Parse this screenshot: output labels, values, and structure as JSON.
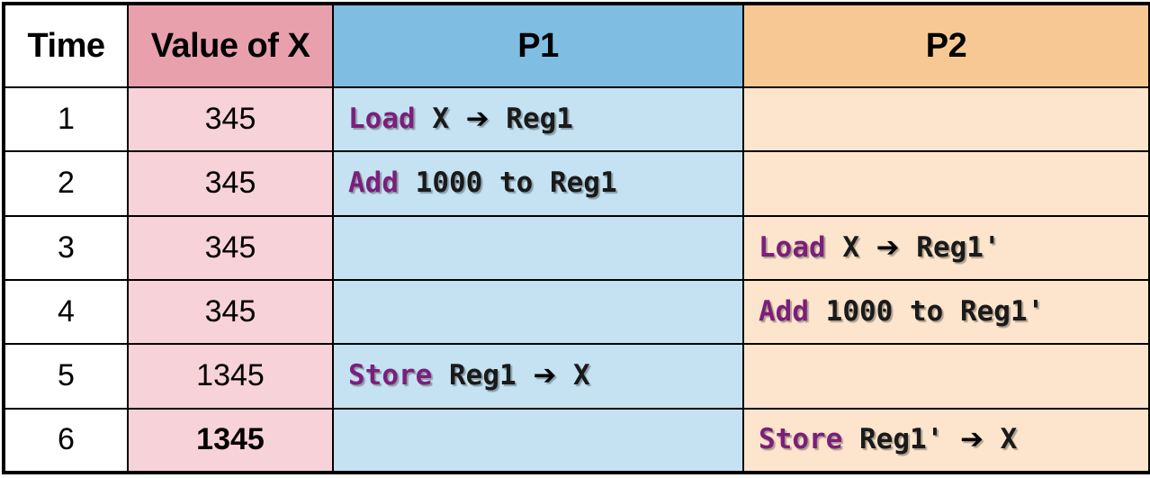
{
  "table": {
    "headers": {
      "time": "Time",
      "value": "Value of X",
      "p1": "P1",
      "p2": "P2"
    },
    "colors": {
      "header_time_bg": "#ffffff",
      "header_value_bg": "#e8a0ac",
      "header_p1_bg": "#7fbde2",
      "header_p2_bg": "#f8c894",
      "cell_time_bg": "#ffffff",
      "cell_value_bg": "#f7d2d9",
      "cell_p1_bg": "#c5e2f2",
      "cell_p2_bg": "#fce5cc",
      "keyword": "#7b1f7a",
      "border": "#000000",
      "text": "#000000"
    },
    "arrow_glyph": "➔",
    "rows": [
      {
        "time": "1",
        "value": "345",
        "value_bold": false,
        "p1": {
          "keyword": "Load",
          "rest_before_arrow": " X ",
          "has_arrow": true,
          "rest_after_arrow": " Reg1"
        },
        "p2": {
          "keyword": "",
          "rest_before_arrow": "",
          "has_arrow": false,
          "rest_after_arrow": ""
        }
      },
      {
        "time": "2",
        "value": "345",
        "value_bold": false,
        "p1": {
          "keyword": "Add",
          "rest_before_arrow": " 1000 to Reg1",
          "has_arrow": false,
          "rest_after_arrow": ""
        },
        "p2": {
          "keyword": "",
          "rest_before_arrow": "",
          "has_arrow": false,
          "rest_after_arrow": ""
        }
      },
      {
        "time": "3",
        "value": "345",
        "value_bold": false,
        "p1": {
          "keyword": "",
          "rest_before_arrow": "",
          "has_arrow": false,
          "rest_after_arrow": ""
        },
        "p2": {
          "keyword": "Load",
          "rest_before_arrow": " X ",
          "has_arrow": true,
          "rest_after_arrow": " Reg1'"
        }
      },
      {
        "time": "4",
        "value": "345",
        "value_bold": false,
        "p1": {
          "keyword": "",
          "rest_before_arrow": "",
          "has_arrow": false,
          "rest_after_arrow": ""
        },
        "p2": {
          "keyword": "Add",
          "rest_before_arrow": " 1000 to Reg1'",
          "has_arrow": false,
          "rest_after_arrow": ""
        }
      },
      {
        "time": "5",
        "value": "1345",
        "value_bold": false,
        "p1": {
          "keyword": "Store",
          "rest_before_arrow": " Reg1 ",
          "has_arrow": true,
          "rest_after_arrow": " X"
        },
        "p2": {
          "keyword": "",
          "rest_before_arrow": "",
          "has_arrow": false,
          "rest_after_arrow": ""
        }
      },
      {
        "time": "6",
        "value": "1345",
        "value_bold": true,
        "p1": {
          "keyword": "",
          "rest_before_arrow": "",
          "has_arrow": false,
          "rest_after_arrow": ""
        },
        "p2": {
          "keyword": "Store",
          "rest_before_arrow": " Reg1' ",
          "has_arrow": true,
          "rest_after_arrow": " X"
        }
      }
    ]
  }
}
